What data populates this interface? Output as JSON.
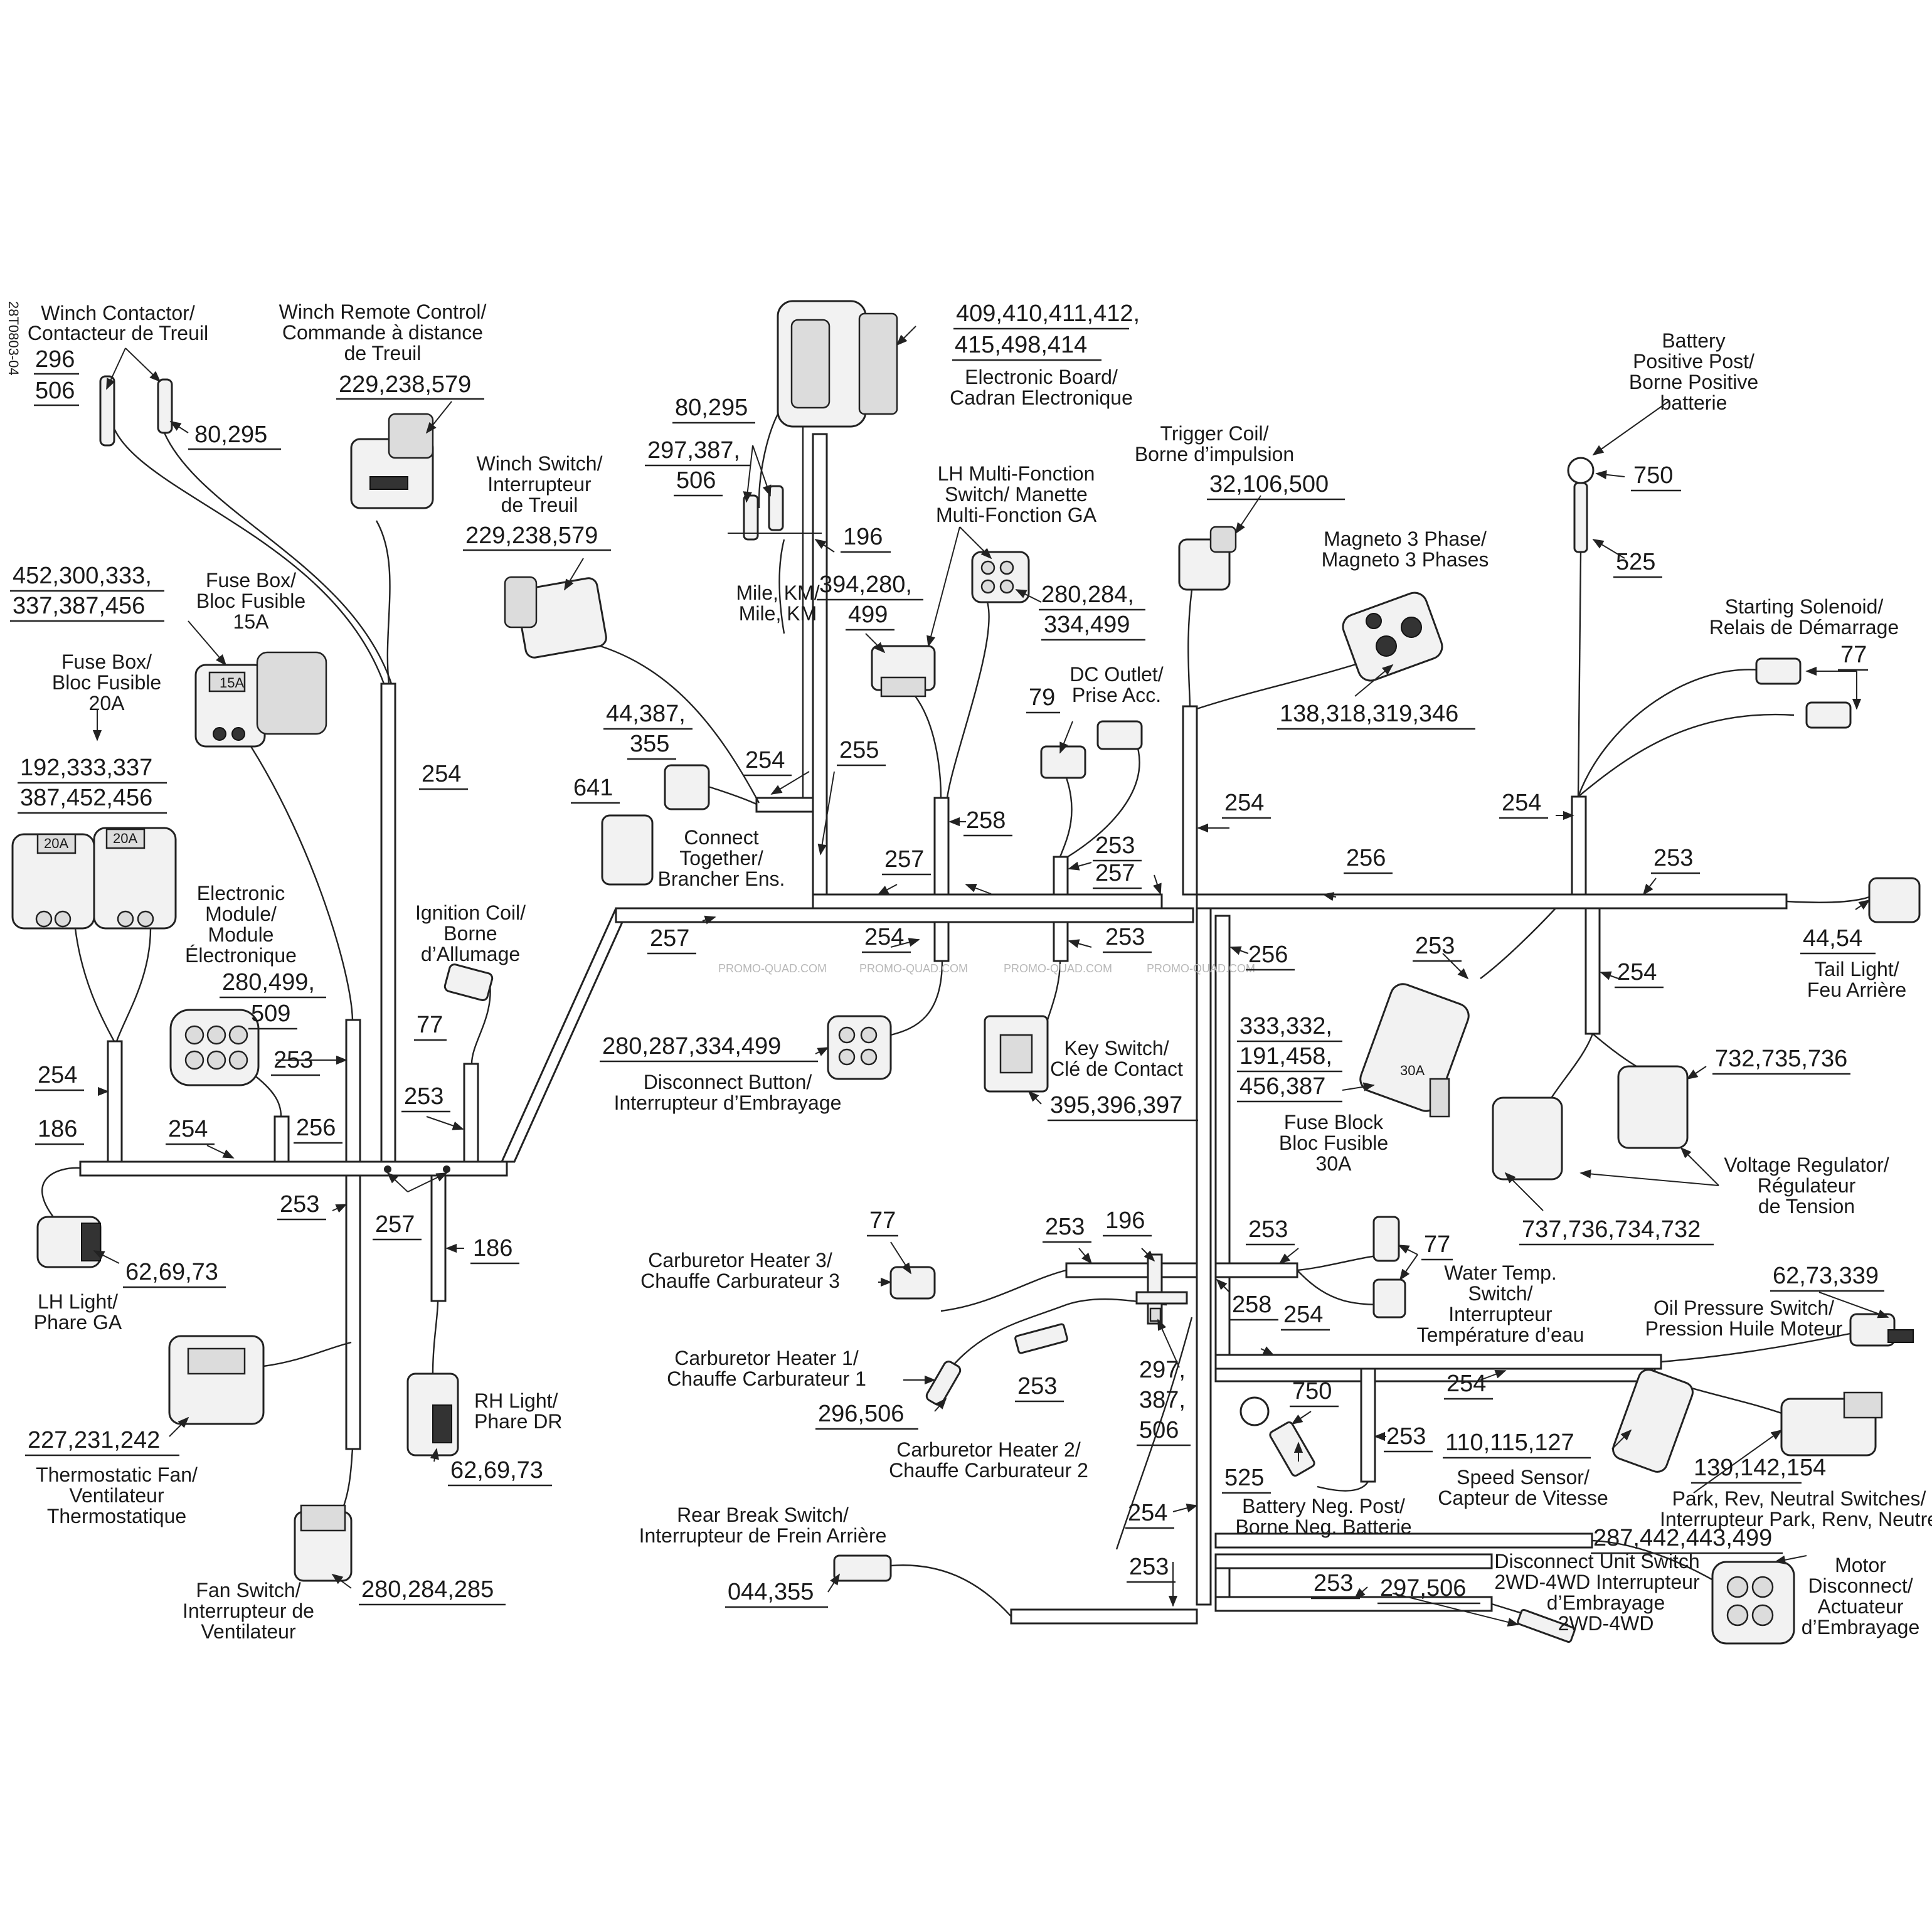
{
  "diagram_code": "28T0803-04",
  "watermark": "PROMO-QUAD.COM",
  "labels": {
    "winch_contactor": [
      "Winch Contactor/",
      "Contacteur de Treuil"
    ],
    "winch_contactor_num1": "296",
    "winch_contactor_num2": "506",
    "winch_contactor_term": "80,295",
    "winch_remote": [
      "Winch Remote Control/",
      "Commande à distance",
      "de Treuil"
    ],
    "winch_remote_num": "229,238,579",
    "winch_switch": [
      "Winch Switch/",
      "Interrupteur",
      "de Treuil"
    ],
    "winch_switch_num": "229,238,579",
    "fuse15_nums": [
      "452,300,333,",
      "337,387,456"
    ],
    "fuse15": [
      "Fuse Box/",
      "Bloc Fusible",
      "15A"
    ],
    "fuse20": [
      "Fuse Box/",
      "Bloc Fusible",
      "20A"
    ],
    "fuse20_nums": [
      "192,333,337",
      "387,452,456"
    ],
    "fuse_badge_15": "15A",
    "fuse_badge_20": "20A",
    "electronic_module": [
      "Electronic",
      "Module/",
      "Module",
      "Électronique"
    ],
    "electronic_module_nums": [
      "280,499,",
      "509"
    ],
    "ignition_coil": [
      "Ignition Coil/",
      "Borne",
      "d’Allumage"
    ],
    "ignition_coil_num": "77",
    "lh_light": [
      "LH Light/",
      "Phare GA"
    ],
    "lh_light_num": "62,69,73",
    "thermo_fan": [
      "Thermostatic Fan/",
      "Ventilateur",
      "Thermostatique"
    ],
    "thermo_fan_num": "227,231,242",
    "rh_light": [
      "RH Light/",
      "Phare DR"
    ],
    "rh_light_num": "62,69,73",
    "fan_switch": [
      "Fan Switch/",
      "Interrupteur de",
      "Ventilateur"
    ],
    "fan_switch_num": "280,284,285",
    "electronic_board_nums": [
      "409,410,411,412,",
      "415,498,414"
    ],
    "electronic_board": [
      "Electronic Board/",
      "Cadran Electronique"
    ],
    "mile_km_nums": [
      "80,295",
      "297,387,",
      "506"
    ],
    "mile_km": [
      "Mile, KM/",
      "Mile, KM"
    ],
    "num_196": "196",
    "lh_multi": [
      "LH Multi-Fonction",
      "Switch/ Manette",
      "Multi-Fonction GA"
    ],
    "lh_multi_nums": [
      "394,280,",
      "499"
    ],
    "lh_multi_nums2": [
      "280,284,",
      "334,499"
    ],
    "trigger_coil": [
      "Trigger Coil/",
      "Borne d’impulsion"
    ],
    "trigger_coil_num": "32,106,500",
    "magneto": [
      "Magneto 3 Phase/",
      "Magneto 3 Phases"
    ],
    "magneto_num": "138,318,319,346",
    "battery_pos": [
      "Battery",
      "Positive Post/",
      "Borne Positive",
      "batterie"
    ],
    "battery_pos_nums": [
      "750",
      "525"
    ],
    "starting_solenoid": [
      "Starting Solenoid/",
      "Relais de Démarrage"
    ],
    "starting_solenoid_num": "77",
    "dc_outlet": [
      "DC Outlet/",
      "Prise Acc."
    ],
    "dc_outlet_num": "79",
    "connect_together": [
      "Connect",
      "Together/",
      "Brancher Ens."
    ],
    "connect_nums": [
      "44,387,",
      "355"
    ],
    "num_641": "641",
    "tail_light": [
      "Tail Light/",
      "Feu Arrière"
    ],
    "tail_light_num": "44,54",
    "disconnect_button": [
      "Disconnect Button/",
      "Interrupteur d’Embrayage"
    ],
    "disconnect_button_num": "280,287,334,499",
    "key_switch": [
      "Key Switch/",
      "Clé de Contact"
    ],
    "key_switch_num": "395,396,397",
    "fuse_block_30": [
      "Fuse Block",
      "Bloc Fusible",
      "30A"
    ],
    "fuse_block_30_nums": [
      "333,332,",
      "191,458,",
      "456,387"
    ],
    "fuse_badge_30": "30A",
    "voltage_reg": [
      "Voltage Regulator/",
      "Régulateur",
      "de Tension"
    ],
    "voltage_reg_num1": "732,735,736",
    "voltage_reg_num2": "737,736,734,732",
    "carb3": [
      "Carburetor Heater 3/",
      "Chauffe Carburateur 3"
    ],
    "carb3_num": "77",
    "carb1": [
      "Carburetor Heater 1/",
      "Chauffe Carburateur 1"
    ],
    "carb1_num": "296,506",
    "carb2": [
      "Carburetor Heater 2/",
      "Chauffe Carburateur 2"
    ],
    "carb_nums": [
      "297,",
      "387,",
      "506"
    ],
    "water_temp": [
      "Water Temp.",
      "Switch/",
      "Interrupteur",
      "Température d’eau"
    ],
    "water_temp_num": "77",
    "oil_pressure": [
      "Oil Pressure Switch/",
      "Pression Huile Moteur"
    ],
    "oil_pressure_num": "62,73,339",
    "battery_neg": [
      "Battery Neg. Post/",
      "Borne Neg. Batterie"
    ],
    "battery_neg_nums": [
      "750",
      "525"
    ],
    "speed_sensor": [
      "Speed Sensor/",
      "Capteur de Vitesse"
    ],
    "speed_sensor_num": "110,115,127",
    "park_rev": [
      "Park, Rev, Neutral Switches/",
      "Interrupteur Park, Renv, Neutre"
    ],
    "park_rev_num": "139,142,154",
    "rear_brake": [
      "Rear Break Switch/",
      "Interrupteur de Frein Arrière"
    ],
    "rear_brake_num": "044,355",
    "disconnect_unit": [
      "Disconnect Unit Switch",
      "2WD-4WD Interrupteur",
      "d’Embrayage",
      "2WD-4WD"
    ],
    "disconnect_unit_num": "297,506",
    "motor": [
      "Motor",
      "Disconnect/",
      "Actuateur",
      "d’Embrayage"
    ],
    "motor_num": "287,442,443,499"
  },
  "harness": {
    "h186a": "186",
    "h254a": "254",
    "h254b": "254",
    "h253a": "253",
    "h256a": "256",
    "h253b": "253",
    "h254c": "254",
    "h253c": "253",
    "h257a": "257",
    "h186b": "186",
    "h257b": "257",
    "h254d": "254",
    "h255": "255",
    "h257c": "257",
    "h258a": "258",
    "h253d": "253",
    "h257d": "257",
    "h254e": "254",
    "h253e": "253",
    "h254f": "254",
    "h256b": "256",
    "h254g": "254",
    "h253f": "253",
    "h256c": "256",
    "h253g": "253",
    "h254h": "254",
    "h253h": "253",
    "h196b": "196",
    "h253i": "253",
    "h253j": "253",
    "h258b": "258",
    "h254i": "254",
    "h254j": "254",
    "h253k": "253",
    "h254k": "254",
    "h253l": "253",
    "h253m": "253"
  }
}
